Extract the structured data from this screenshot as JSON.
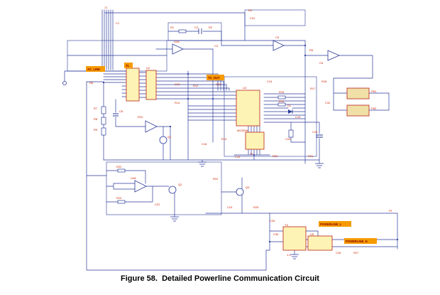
{
  "page": {
    "caption": "Figure 58.  Detailed Powerline Communication Circuit"
  },
  "colors": {
    "wire": "#2b3a9a",
    "component_fill": "#fdf3b5",
    "component_stroke": "#c0392b",
    "label_text": "#cc2200",
    "highlight_bg": "#f59b00",
    "caption_text": "#000000"
  },
  "schematic": {
    "highlight_labels": [
      {
        "text": "AC_LINE"
      },
      {
        "text": "T1"
      },
      {
        "text": "TX_OUT"
      },
      {
        "text": "POWERLINE_L"
      },
      {
        "text": "POWERLINE_N"
      }
    ],
    "part_labels": [
      {
        "text": "J1"
      },
      {
        "text": "C1"
      },
      {
        "text": "R1"
      },
      {
        "text": "C2"
      },
      {
        "text": "R2"
      },
      {
        "text": "U1A"
      },
      {
        "text": "C3"
      },
      {
        "text": "R3"
      },
      {
        "text": "C5"
      },
      {
        "text": "R5"
      },
      {
        "text": "C6"
      },
      {
        "text": "R6"
      },
      {
        "text": "R7"
      },
      {
        "text": "R8"
      },
      {
        "text": "R9"
      },
      {
        "text": "C8"
      },
      {
        "text": "R10"
      },
      {
        "text": "Q1"
      },
      {
        "text": "C10"
      },
      {
        "text": "R12"
      },
      {
        "text": "C12"
      },
      {
        "text": "R14"
      },
      {
        "text": "C14"
      },
      {
        "text": "R15"
      },
      {
        "text": "R16"
      },
      {
        "text": "D1"
      },
      {
        "text": "C15"
      },
      {
        "text": "R17"
      },
      {
        "text": "C16"
      },
      {
        "text": "FB1"
      },
      {
        "text": "FB2"
      },
      {
        "text": "C18"
      },
      {
        "text": "R19"
      },
      {
        "text": "C19"
      },
      {
        "text": "R20"
      },
      {
        "text": "C20"
      },
      {
        "text": "R21"
      },
      {
        "text": "R22"
      },
      {
        "text": "U4A"
      },
      {
        "text": "Q2"
      },
      {
        "text": "R23"
      },
      {
        "text": "C22"
      },
      {
        "text": "Q3"
      },
      {
        "text": "R24"
      },
      {
        "text": "C24"
      },
      {
        "text": "R25"
      },
      {
        "text": "C26"
      },
      {
        "text": "1:1"
      },
      {
        "text": "C28"
      },
      {
        "text": "R27"
      },
      {
        "text": "C30"
      },
      {
        "text": "P1"
      },
      {
        "text": "C31"
      },
      {
        "text": "R28"
      },
      {
        "text": "C32"
      },
      {
        "text": "U2"
      },
      {
        "text": "U3"
      },
      {
        "text": "MODEM"
      },
      {
        "text": "T2"
      },
      {
        "text": "T3"
      },
      {
        "text": "U5"
      }
    ]
  }
}
